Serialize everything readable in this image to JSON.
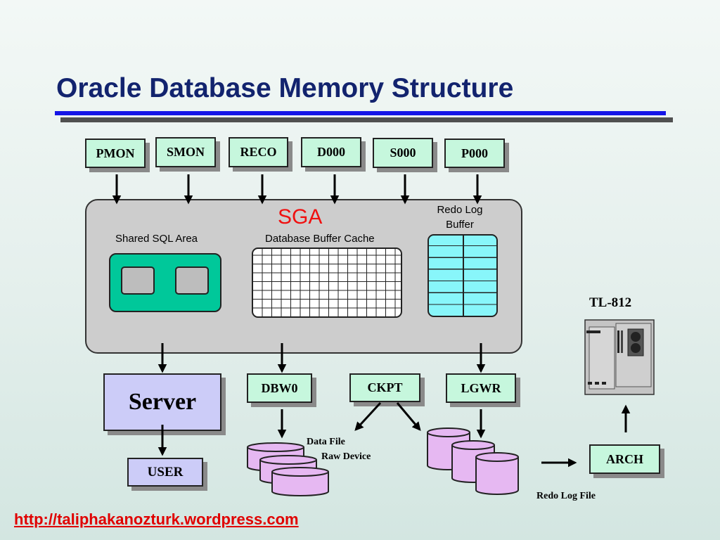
{
  "title": "Oracle Database Memory Structure",
  "processes": [
    "PMON",
    "SMON",
    "RECO",
    "D000",
    "S000",
    "P000"
  ],
  "sga": {
    "label": "SGA",
    "shared_sql_area": "Shared SQL Area",
    "database_buffer_cache": "Database Buffer Cache",
    "redo_log_buffer": "Redo Log Buffer"
  },
  "server": "Server",
  "user": "USER",
  "dbw0": "DBW0",
  "ckpt": "CKPT",
  "lgwr": "LGWR",
  "arch": "ARCH",
  "tape_label": "TL-812",
  "data_file": "Data File",
  "raw_device": "Raw Device",
  "redo_log_file": "Redo Log File",
  "url": "http://taliphakanozturk.wordpress.com",
  "colors": {
    "title": "#12236e",
    "process_box": "#c6f7dd",
    "sga_label": "#f01010",
    "shared_sql": "#00c89a",
    "redo_buffer": "#88f6fa",
    "disk": "#e6b8f2",
    "url": "#e00000"
  }
}
